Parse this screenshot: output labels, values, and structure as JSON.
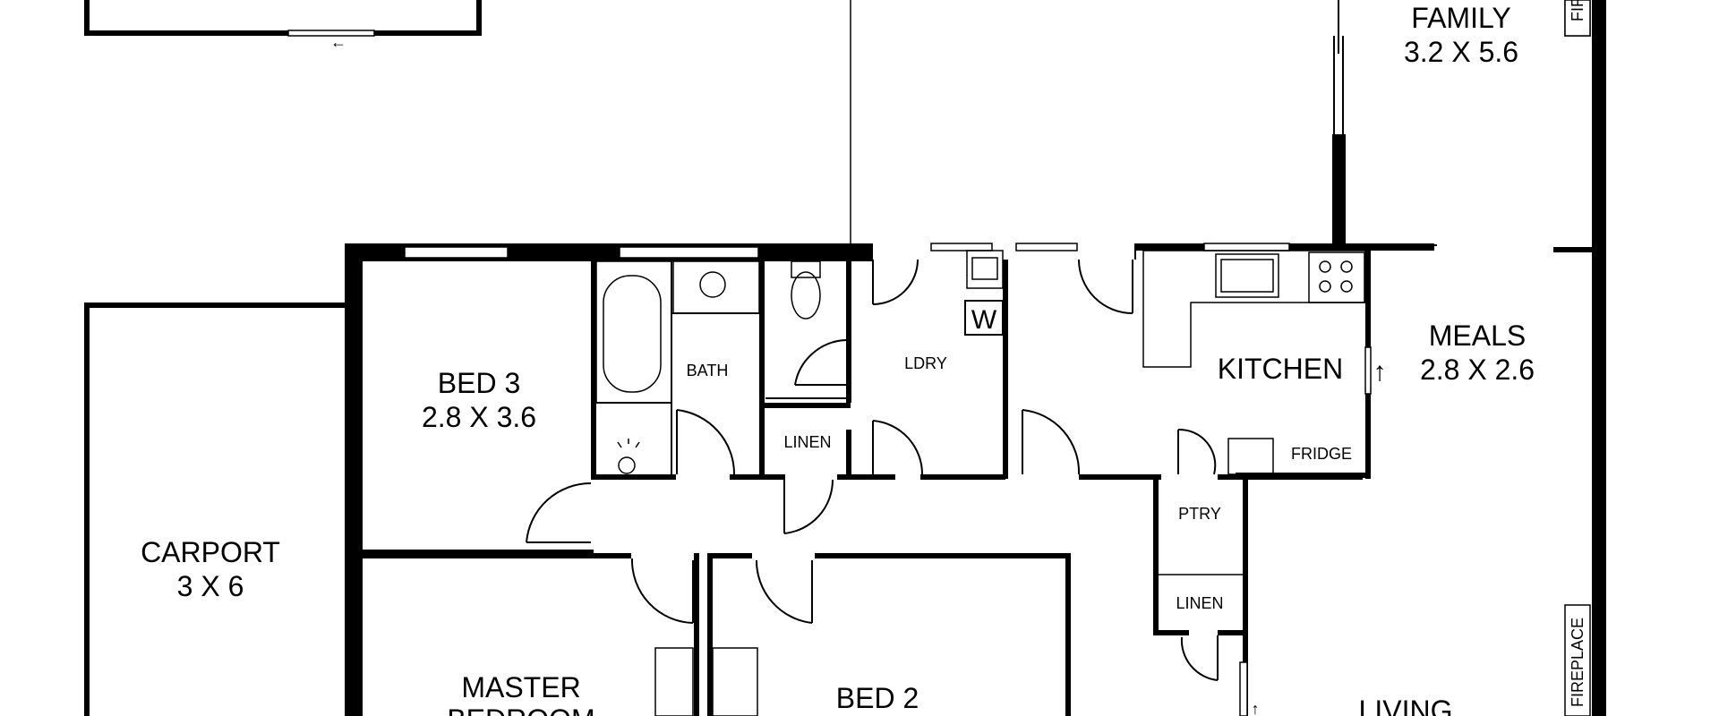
{
  "plan": {
    "rooms": {
      "family": {
        "name": "FAMILY",
        "dims": "3.2 X 5.6"
      },
      "meals": {
        "name": "MEALS",
        "dims": "2.8 X 2.6"
      },
      "kitchen": {
        "name": "KITCHEN"
      },
      "bed3": {
        "name": "BED 3",
        "dims": "2.8 X 3.6"
      },
      "bath": {
        "name": "BATH"
      },
      "laundry": {
        "name": "LDRY"
      },
      "linen_hall": {
        "name": "LINEN"
      },
      "pantry": {
        "name": "PTRY"
      },
      "linen_pantry": {
        "name": "LINEN"
      },
      "fridge": {
        "name": "FRIDGE"
      },
      "carport": {
        "name": "CARPORT",
        "dims": "3 X 6"
      },
      "master": {
        "name": "MASTER",
        "name2": "BEDROOM"
      },
      "bed2": {
        "name": "BED 2"
      },
      "living": {
        "name": "LIVING"
      }
    },
    "fixtures": {
      "washer": "W",
      "fireplace_top": "FIREPLACE",
      "fireplace_bottom": "FIREPLACE"
    },
    "arrows": {
      "sliding_top": "←",
      "kitchen_slider": "↑",
      "living_slider": "↑"
    }
  }
}
